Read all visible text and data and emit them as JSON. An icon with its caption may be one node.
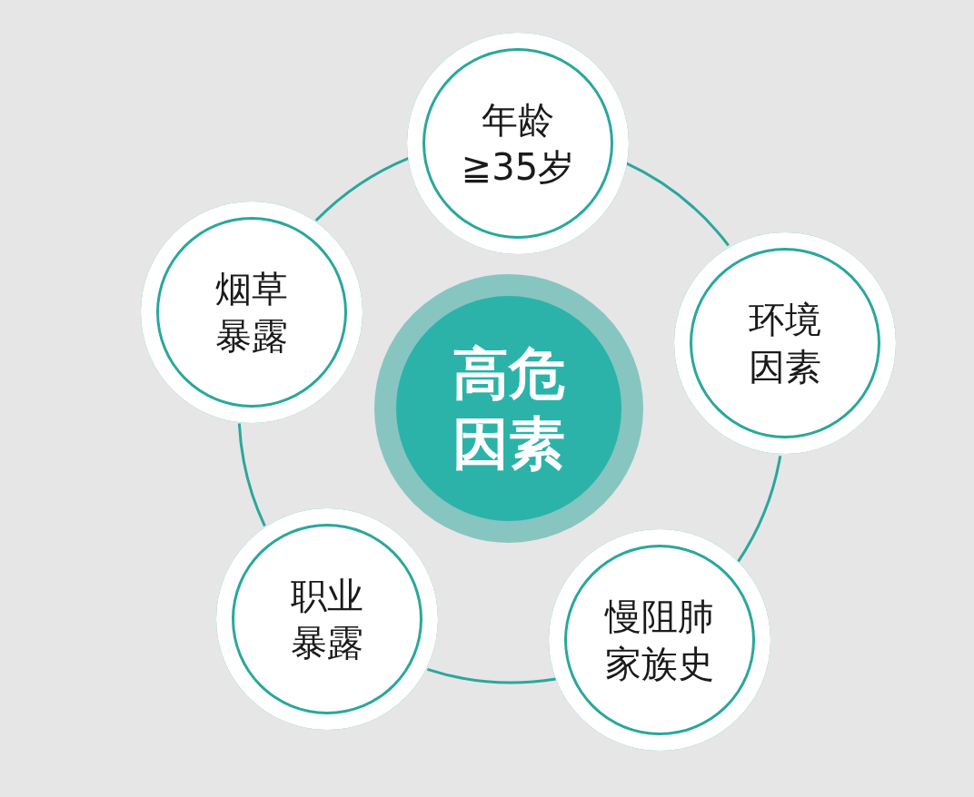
{
  "diagram": {
    "nodes": [
      {
        "text": [
          "高危因素"
        ]
      },
      {
        "text": [
          "年龄≧35岁"
        ]
      },
      {
        "text": [
          "环境因素"
        ]
      },
      {
        "text": [
          "慢阻肺家族史"
        ]
      },
      {
        "text": [
          "职业暴露"
        ]
      },
      {
        "text": [
          "烟草暴露"
        ]
      }
    ],
    "edges": [
      {
        "from": 1,
        "to": 2,
        "arrow": "none"
      },
      {
        "from": 2,
        "to": 3,
        "arrow": "none"
      },
      {
        "from": 3,
        "to": 4,
        "arrow": "none"
      },
      {
        "from": 4,
        "to": 5,
        "arrow": "none"
      },
      {
        "from": 5,
        "to": 1,
        "arrow": "none"
      }
    ]
  }
}
